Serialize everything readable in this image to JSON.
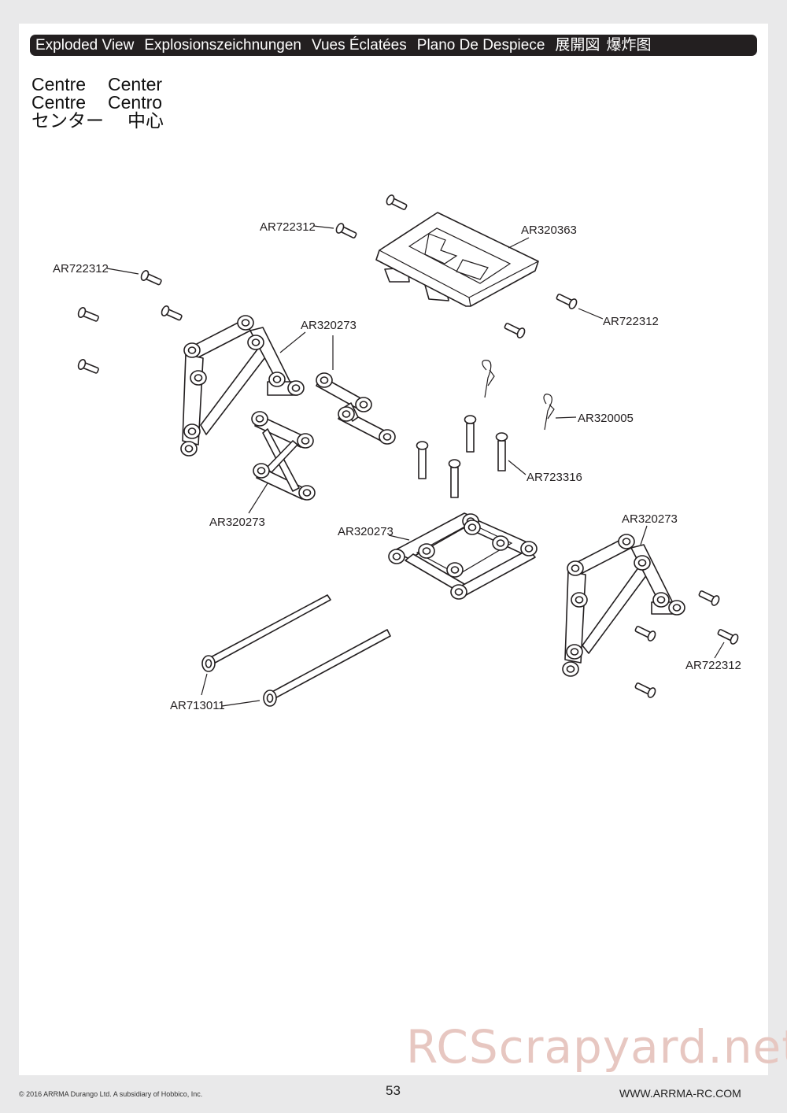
{
  "header": {
    "items": [
      "Exploded View",
      "Explosionszeichnungen",
      "Vues Éclatées",
      "Plano De Despiece",
      "展開図",
      "爆炸图"
    ]
  },
  "section": {
    "line1": [
      "Centre",
      "Center"
    ],
    "line2": [
      "Centre",
      "Centro"
    ],
    "line3": [
      "センター",
      "中心"
    ]
  },
  "parts": {
    "screw_top_left": "AR722312",
    "screw_left": "AR722312",
    "screw_right_upper": "AR722312",
    "screw_right_lower": "AR722312",
    "body_mount_plate": "AR320363",
    "brace_upper": "AR320273",
    "brace_left": "AR320273",
    "brace_center": "AR320273",
    "brace_right": "AR320273",
    "body_clip": "AR320005",
    "cap_screw": "AR723316",
    "body_post": "AR713011"
  },
  "watermark": "RCScrapyard.net",
  "footer": {
    "copyright": "© 2016 ARRMA Durango Ltd. A subsidiary of Hobbico, Inc.",
    "page": "53",
    "url": "WWW.ARRMA-RC.COM"
  }
}
